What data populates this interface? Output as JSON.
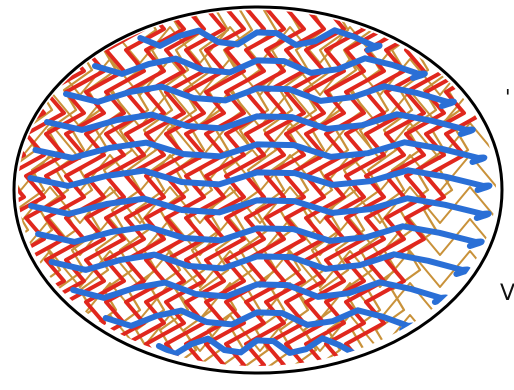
{
  "diagram": {
    "type": "scribble-fill-ellipse",
    "colors": {
      "outline": "#000000",
      "gold": "#C9923A",
      "red": "#E0271E",
      "blue": "#2A6FD6"
    },
    "layers": [
      {
        "name": "gold",
        "stroke": "#C9923A"
      },
      {
        "name": "red",
        "stroke": "#E0271E"
      },
      {
        "name": "blue",
        "stroke": "#2A6FD6"
      }
    ],
    "edge_glyphs": {
      "right_upper": "'",
      "right_lower": "V"
    }
  }
}
